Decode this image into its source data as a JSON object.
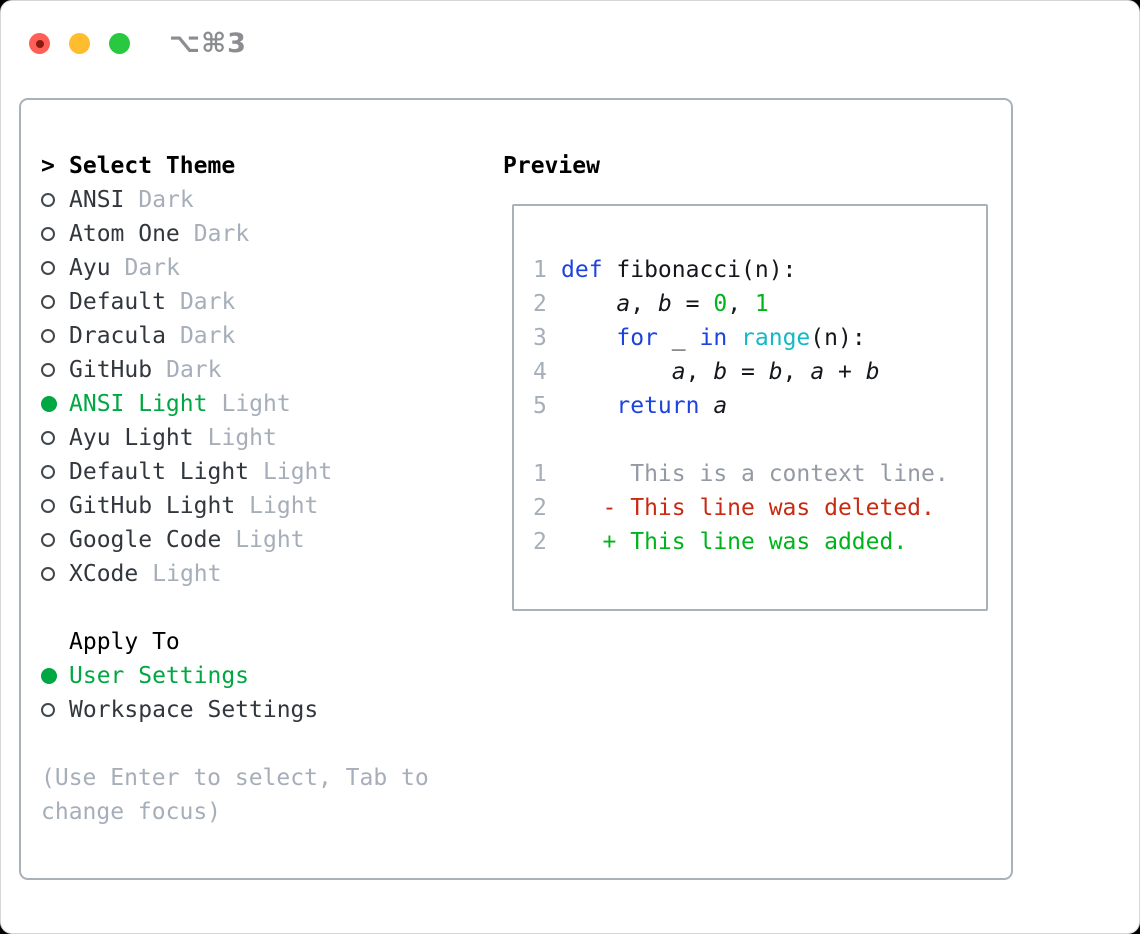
{
  "titlebar": {
    "shortcut": "⌥⌘3"
  },
  "colors": {
    "traffic-red": "#ff5f57",
    "traffic-red-dot": "#8c1a10",
    "traffic-yellow": "#febc2e",
    "traffic-green": "#28c840",
    "title-text": "#8b8d90",
    "border": "#a9b1bb",
    "text": "#32373e",
    "tag": "#a6aeba",
    "help": "#a6aeba",
    "lineno": "#a6aeba",
    "ctx": "#939aa4",
    "sel-green": "#00a742",
    "add-green": "#00b31c",
    "num-green": "#00b31c",
    "kw-blue": "#1c43df",
    "builtin-cyan": "#13bac5",
    "del-red": "#c92a12",
    "code-text": "#14171c"
  },
  "left": {
    "cursor": ">",
    "title": "Select Theme",
    "themes": [
      {
        "label": "ANSI",
        "tag": "Dark",
        "selected": false
      },
      {
        "label": "Atom One",
        "tag": "Dark",
        "selected": false
      },
      {
        "label": "Ayu",
        "tag": "Dark",
        "selected": false
      },
      {
        "label": "Default",
        "tag": "Dark",
        "selected": false
      },
      {
        "label": "Dracula",
        "tag": "Dark",
        "selected": false
      },
      {
        "label": "GitHub",
        "tag": "Dark",
        "selected": false
      },
      {
        "label": "ANSI Light",
        "tag": "Light",
        "selected": true
      },
      {
        "label": "Ayu Light",
        "tag": "Light",
        "selected": false
      },
      {
        "label": "Default Light",
        "tag": "Light",
        "selected": false
      },
      {
        "label": "GitHub Light",
        "tag": "Light",
        "selected": false
      },
      {
        "label": "Google Code",
        "tag": "Light",
        "selected": false
      },
      {
        "label": "XCode",
        "tag": "Light",
        "selected": false
      }
    ],
    "apply_to": {
      "title": "Apply To",
      "options": [
        {
          "label": "User Settings",
          "selected": true
        },
        {
          "label": "Workspace Settings",
          "selected": false
        }
      ]
    },
    "help_lines": [
      "(Use Enter to select, Tab to",
      "change focus)"
    ]
  },
  "preview": {
    "title": "Preview",
    "code_lines": [
      {
        "name": "code-line-1",
        "no": "1",
        "tokens": [
          {
            "text": "def ",
            "color": "keyword"
          },
          {
            "text": "fibonacci(n):",
            "color": "text"
          }
        ]
      },
      {
        "name": "code-line-2",
        "no": "2",
        "tokens": [
          {
            "text": "    ",
            "color": "text"
          },
          {
            "text": "a",
            "color": "text",
            "italic": true
          },
          {
            "text": ", ",
            "color": "text"
          },
          {
            "text": "b",
            "color": "text",
            "italic": true
          },
          {
            "text": " = ",
            "color": "text"
          },
          {
            "text": "0",
            "color": "number"
          },
          {
            "text": ", ",
            "color": "text"
          },
          {
            "text": "1",
            "color": "number"
          }
        ]
      },
      {
        "name": "code-line-3",
        "no": "3",
        "tokens": [
          {
            "text": "    ",
            "color": "text"
          },
          {
            "text": "for",
            "color": "keyword"
          },
          {
            "text": " _ ",
            "color": "text"
          },
          {
            "text": "in",
            "color": "keyword"
          },
          {
            "text": " ",
            "color": "text"
          },
          {
            "text": "range",
            "color": "builtin"
          },
          {
            "text": "(n):",
            "color": "text"
          }
        ]
      },
      {
        "name": "code-line-4",
        "no": "4",
        "tokens": [
          {
            "text": "        ",
            "color": "text"
          },
          {
            "text": "a",
            "color": "text",
            "italic": true
          },
          {
            "text": ", ",
            "color": "text"
          },
          {
            "text": "b",
            "color": "text",
            "italic": true
          },
          {
            "text": " = ",
            "color": "text"
          },
          {
            "text": "b",
            "color": "text",
            "italic": true
          },
          {
            "text": ", ",
            "color": "text"
          },
          {
            "text": "a",
            "color": "text",
            "italic": true
          },
          {
            "text": " + ",
            "color": "text"
          },
          {
            "text": "b",
            "color": "text",
            "italic": true
          }
        ]
      },
      {
        "name": "code-line-5",
        "no": "5",
        "tokens": [
          {
            "text": "    ",
            "color": "text"
          },
          {
            "text": "return",
            "color": "keyword"
          },
          {
            "text": " ",
            "color": "text"
          },
          {
            "text": "a",
            "color": "text",
            "italic": true
          }
        ]
      },
      {
        "name": "blank-line",
        "no": "",
        "tokens": []
      },
      {
        "name": "diff-context-line",
        "no": "1",
        "tokens": [
          {
            "text": "     This is a context line.",
            "color": "context"
          }
        ]
      },
      {
        "name": "diff-deleted-line",
        "no": "2",
        "tokens": [
          {
            "text": "   - This line was deleted.",
            "color": "deleted"
          }
        ]
      },
      {
        "name": "diff-added-line",
        "no": "2",
        "tokens": [
          {
            "text": "   + This line was added.",
            "color": "added"
          }
        ]
      }
    ]
  }
}
